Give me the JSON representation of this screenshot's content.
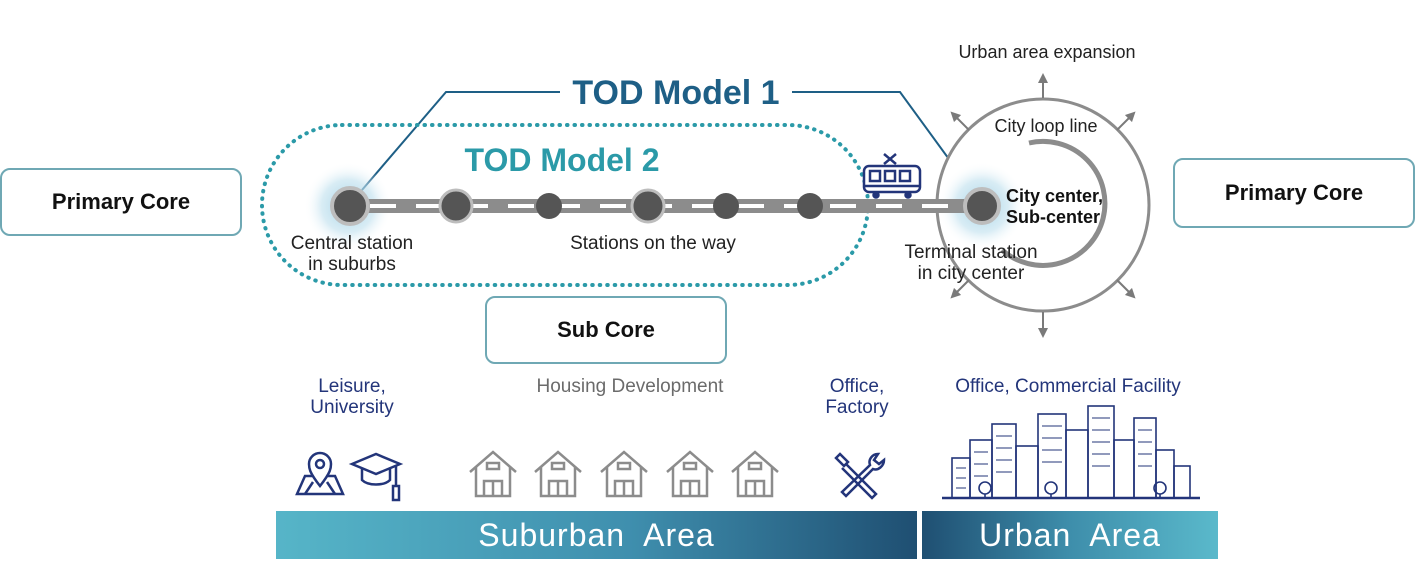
{
  "titles": {
    "model1": "TOD Model 1",
    "model2": "TOD Model 2"
  },
  "boxes": {
    "primary_left": "Primary Core",
    "primary_right": "Primary Core",
    "sub": "Sub Core"
  },
  "labels": {
    "central_station": [
      "Central station",
      "in suburbs"
    ],
    "stations_on_way": "Stations on the way",
    "terminal_station": [
      "Terminal station",
      "in city center"
    ],
    "city_center": [
      "City center,",
      "Sub-center"
    ],
    "city_loop_line": "City loop line",
    "urban_expansion": "Urban area expansion"
  },
  "land_use": {
    "leisure": [
      "Leisure,",
      "University"
    ],
    "housing": "Housing Development",
    "office_factory": [
      "Office,",
      "Factory"
    ],
    "office_commercial": "Office, Commercial Facility"
  },
  "areas": {
    "suburban": "Suburban  Area",
    "urban": "Urban  Area"
  },
  "icons": {
    "leisure": [
      "map-pin-icon",
      "graduation-cap-icon"
    ],
    "housing": [
      "house-icon",
      "house-icon",
      "house-icon",
      "house-icon",
      "house-icon"
    ],
    "office": "tools-icon",
    "city": "city-skyline-icon",
    "train": "tram-icon"
  },
  "colors": {
    "model1": "#1e5f86",
    "model2": "#2b9aa8",
    "blue_text": "#23357a",
    "rail": "#8c8c8c",
    "station": "#555555",
    "glow": "#b6dcea"
  }
}
